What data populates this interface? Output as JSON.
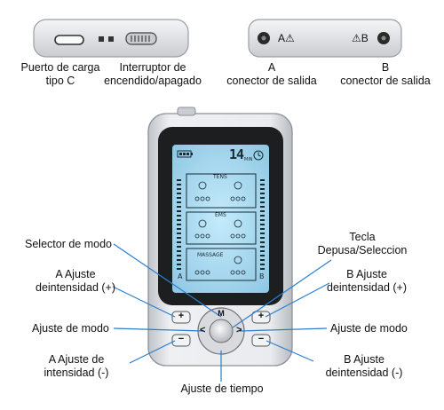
{
  "top_labels": {
    "charging_port": "Puerto de carga\ntipo C",
    "power_switch": "Interruptor de\nencendido/apagado",
    "output_a": "A\nconector de salida",
    "output_b": "B\nconector de salida"
  },
  "connector_marks": {
    "a": "A⚠",
    "b": "⚠B"
  },
  "callouts": {
    "mode_selector": "Selector de modo",
    "pause_select": "Tecla\nDepusa/Seleccion",
    "a_plus": "A Ajuste\ndeintensidad (+)",
    "b_plus": "B Ajuste\ndeintensidad (+)",
    "mode_left": "Ajuste de modo",
    "mode_right": "Ajuste de modo",
    "a_minus": "A Ajuste de\nintensidad (-)",
    "b_minus": "B Ajuste\ndeintensidad (-)",
    "time": "Ajuste de tiempo"
  },
  "lcd": {
    "timer": "14",
    "timer_unit": "MIN",
    "modes": [
      "TENS",
      "EMS",
      "MASSAGE"
    ],
    "channel_a": "A",
    "channel_b": "B"
  },
  "buttons": {
    "plus": "+",
    "minus": "−",
    "center": "M",
    "left": "<",
    "right": ">"
  },
  "colors": {
    "callout_line": "#2a7fd4",
    "device_body": "#e4e6ea",
    "lcd": "#a9d8ee"
  }
}
